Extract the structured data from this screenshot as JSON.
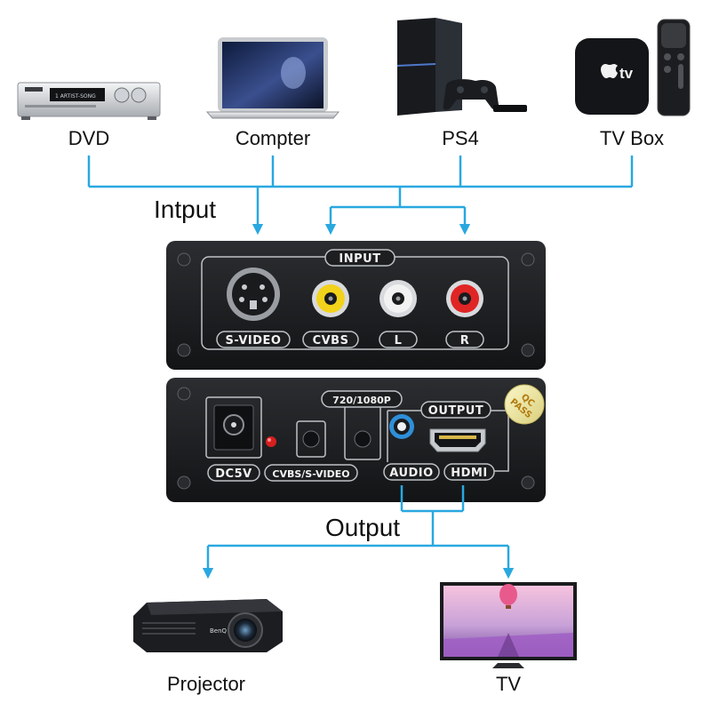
{
  "sources": [
    {
      "label": "DVD",
      "icon": "dvd-player-icon",
      "display_text": "1 ARTIST-SONG"
    },
    {
      "label": "Compter",
      "icon": "laptop-icon"
    },
    {
      "label": "PS4",
      "icon": "ps4-console-icon"
    },
    {
      "label": "TV Box",
      "icon": "tv-box-icon",
      "logo_text": "tv"
    }
  ],
  "input_title": "Intput",
  "output_title": "Output",
  "input_panel": {
    "title": "INPUT",
    "ports": [
      "S-VIDEO",
      "CVBS",
      "L",
      "R"
    ]
  },
  "output_panel": {
    "power_label": "DC5V",
    "switch_label": "CVBS/S-VIDEO",
    "resolution_label": "720/1080P",
    "output_label": "OUTPUT",
    "audio_label": "AUDIO",
    "hdmi_label": "HDMI",
    "qc_line1": "QC",
    "qc_line2": "PASS"
  },
  "destinations": [
    {
      "label": "Projector",
      "icon": "projector-icon",
      "brand": "BenQ"
    },
    {
      "label": "TV",
      "icon": "tv-icon"
    }
  ],
  "colors": {
    "connector_line": "#29a8e0",
    "panel_body": "#1d1e20",
    "panel_border": "#bfc2c6",
    "rca_yellow": "#f2d21b",
    "rca_white": "#f2f2f2",
    "rca_red": "#e02525",
    "led_red": "#d61f1f",
    "audio_ring": "#2e8fd9"
  }
}
